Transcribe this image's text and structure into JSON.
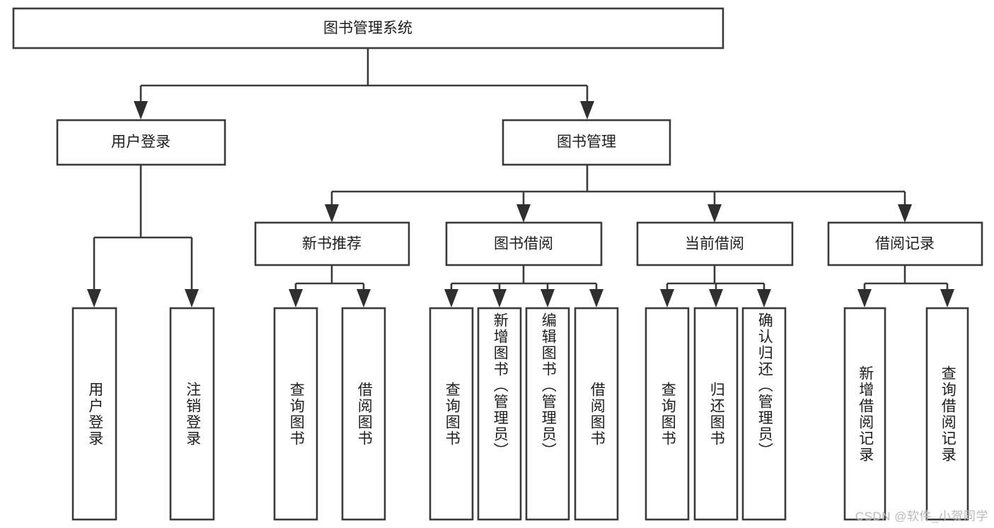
{
  "diagram": {
    "type": "tree-hierarchy",
    "title": "图书管理系统",
    "watermark": "CSDN @软件_小贺同学",
    "colors": {
      "background": "#ffffff",
      "box_stroke": "#3a3a3a",
      "box_fill": "#ffffff",
      "text": "#1d1d1d",
      "connector": "#3a3a3a",
      "watermark": "#b9b9b9"
    },
    "root": {
      "label": "图书管理系统"
    },
    "level2": [
      {
        "label": "用户登录"
      },
      {
        "label": "图书管理"
      }
    ],
    "level3": [
      {
        "label": "新书推荐"
      },
      {
        "label": "图书借阅"
      },
      {
        "label": "当前借阅"
      },
      {
        "label": "借阅记录"
      }
    ],
    "leaves": {
      "user_login": [
        {
          "label": "用户登录"
        },
        {
          "label": "注销登录"
        }
      ],
      "new_book_recommend": [
        {
          "label": "查询图书"
        },
        {
          "label": "借阅图书"
        }
      ],
      "book_borrow": [
        {
          "label": "查询图书"
        },
        {
          "label": "新增图书（管理员）"
        },
        {
          "label": "编辑图书（管理员）"
        },
        {
          "label": "借阅图书"
        }
      ],
      "current_borrow": [
        {
          "label": "查询图书"
        },
        {
          "label": "归还图书"
        },
        {
          "label": "确认归还（管理员）"
        }
      ],
      "borrow_record": [
        {
          "label": "新增借阅记录"
        },
        {
          "label": "查询借阅记录"
        }
      ]
    }
  }
}
